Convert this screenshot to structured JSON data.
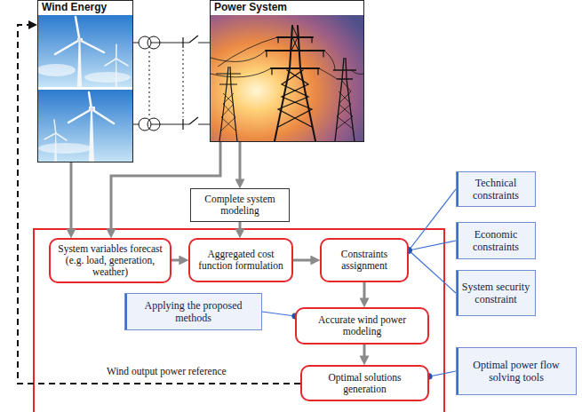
{
  "diagram": {
    "nodes": [
      {
        "text": [
          "Wind Energy"
        ]
      },
      {
        "text": [
          "Power System"
        ]
      },
      {
        "text": [
          "Complete system modeling"
        ]
      },
      {
        "text": [
          "System variables forecast (e.g. load, generation, weather)"
        ]
      },
      {
        "text": [
          "Aggregated cost function formulation"
        ]
      },
      {
        "text": [
          "Constraints assignment"
        ]
      },
      {
        "text": [
          "Technical constraints"
        ]
      },
      {
        "text": [
          "Economic constraints"
        ]
      },
      {
        "text": [
          "System security constraint"
        ]
      },
      {
        "text": [
          "Applying the proposed methods"
        ]
      },
      {
        "text": [
          "Accurate wind power modeling"
        ]
      },
      {
        "text": [
          "Optimal power flow solving tools"
        ]
      },
      {
        "text": [
          "Optimal solutions generation"
        ]
      }
    ],
    "edges": [
      {
        "from": 0,
        "to": 1,
        "arrow": "none"
      },
      {
        "from": 0,
        "to": 1,
        "arrow": "none"
      },
      {
        "from": 0,
        "to": 3,
        "arrow": "to"
      },
      {
        "from": 1,
        "to": 3,
        "arrow": "to"
      },
      {
        "from": 1,
        "to": 2,
        "arrow": "to"
      },
      {
        "from": 2,
        "to": 4,
        "arrow": "to"
      },
      {
        "from": 3,
        "to": 4,
        "arrow": "to"
      },
      {
        "from": 4,
        "to": 5,
        "arrow": "to"
      },
      {
        "from": 5,
        "to": 10,
        "arrow": "to"
      },
      {
        "from": 10,
        "to": 12,
        "arrow": "to"
      },
      {
        "from": 5,
        "to": 6,
        "arrow": "none"
      },
      {
        "from": 5,
        "to": 7,
        "arrow": "none"
      },
      {
        "from": 5,
        "to": 8,
        "arrow": "none"
      },
      {
        "from": 9,
        "to": 10,
        "arrow": "none"
      },
      {
        "from": 11,
        "to": 12,
        "arrow": "none"
      },
      {
        "from": 12,
        "to": 0,
        "label": "Wind output power reference",
        "arrow": "to"
      }
    ]
  }
}
